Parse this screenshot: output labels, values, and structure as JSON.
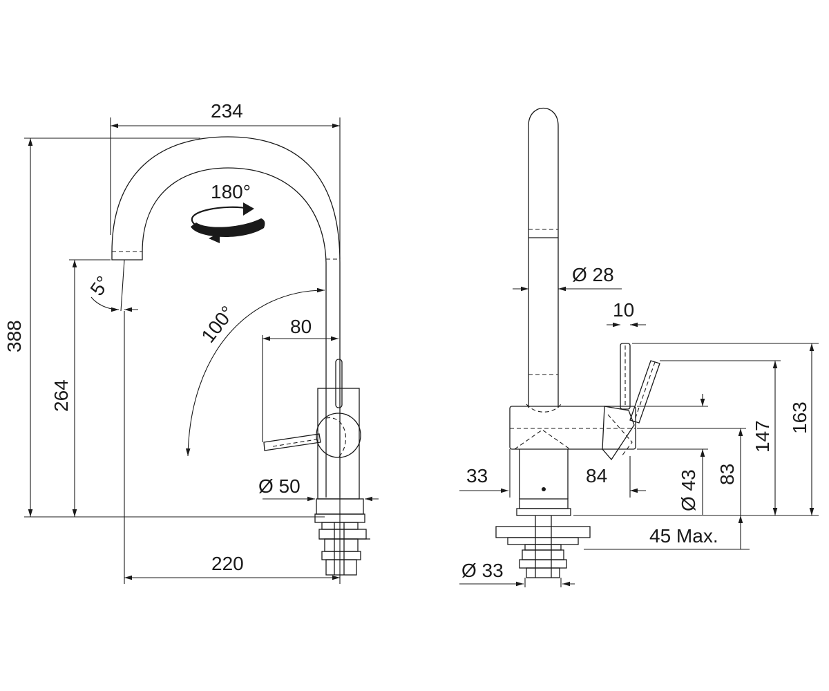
{
  "dimensions": {
    "overall_reach": "234",
    "total_height": "388",
    "spout_height": "264",
    "base_to_spout": "220",
    "lever_offset": "80",
    "body_diameter": "Ø 50",
    "spout_tilt": "5°",
    "lever_swing": "100°",
    "spout_rotation": "180°",
    "spout_diameter": "Ø 28",
    "lever_width": "10",
    "lever_height": "163",
    "lever_top_height": "147",
    "body_height": "83",
    "body_diameter_side": "Ø 43",
    "body_left": "33",
    "body_right": "84",
    "max_thickness": "45 Max.",
    "shank_diameter": "Ø 33"
  }
}
